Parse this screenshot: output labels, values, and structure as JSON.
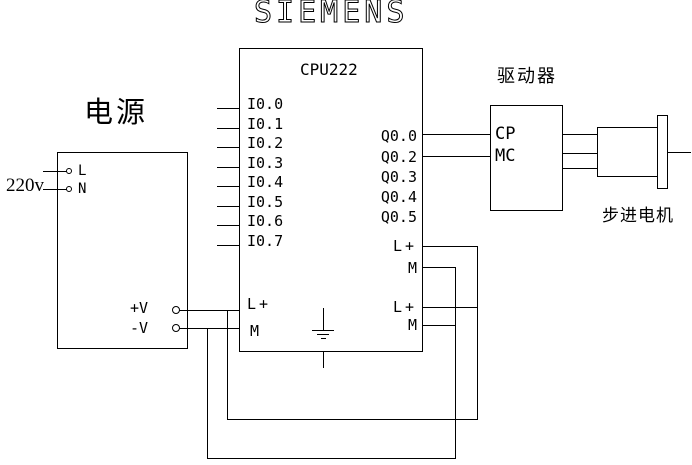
{
  "title": "SIEMENS",
  "colors": {
    "line": "#000000",
    "background": "#ffffff",
    "text": "#000000"
  },
  "power_supply": {
    "label": "电源",
    "voltage": "220v",
    "input_terminals": {
      "live": "L",
      "neutral": "N"
    },
    "output_terminals": {
      "positive": "+V",
      "negative": "-V"
    }
  },
  "plc": {
    "model": "CPU222",
    "inputs": [
      "I0.0",
      "I0.1",
      "I0.2",
      "I0.3",
      "I0.4",
      "I0.5",
      "I0.6",
      "I0.7"
    ],
    "outputs": [
      "Q0.0",
      "Q0.2",
      "Q0.3",
      "Q0.4",
      "Q0.5"
    ],
    "left_terminals": {
      "lplus": "L+",
      "m": "M"
    },
    "right_terminals": {
      "lplus1": "L+",
      "m1": "M",
      "lplus2": "L+",
      "m2": "M"
    }
  },
  "driver": {
    "label": "驱动器",
    "pin_cp": "CP",
    "pin_mc": "MC"
  },
  "motor": {
    "label": "步进电机"
  }
}
